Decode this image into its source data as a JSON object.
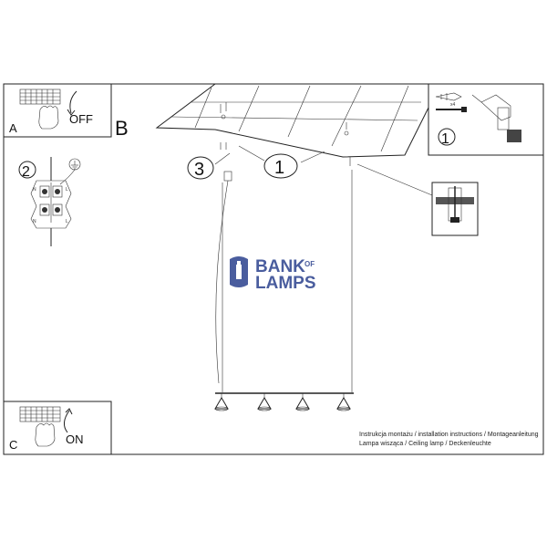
{
  "panels": {
    "a": {
      "label": "A",
      "switch_text": "OFF"
    },
    "b": {
      "label": "B"
    },
    "c": {
      "label": "C",
      "switch_text": "ON"
    }
  },
  "steps": {
    "wiring": "2",
    "ceiling_left": "3",
    "ceiling_mid": "1",
    "tools": "1"
  },
  "wiring": {
    "terminal_n": "N",
    "terminal_l": "L"
  },
  "tools": {
    "quantity": "x4"
  },
  "logo": {
    "line1": "BANK",
    "line1_suffix": "OF",
    "line2": "LAMPS",
    "color": "#4a5d9e"
  },
  "captions": {
    "line1": "Instrukcja montażu / installation instructions / Montageanleitung",
    "line2": "Lampa wisząca / Ceiling lamp / Deckenleuchte"
  }
}
